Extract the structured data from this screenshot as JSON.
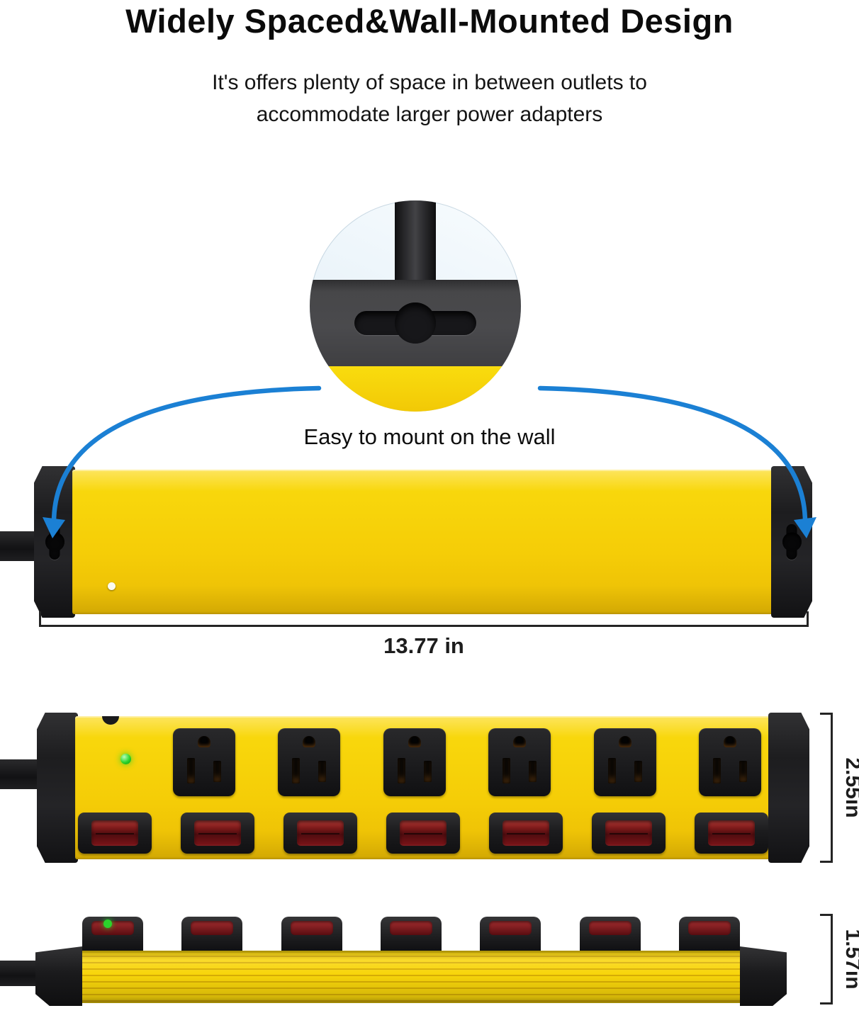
{
  "title": "Widely Spaced&Wall-Mounted Design",
  "subtitle": {
    "line1": "It's offers plenty of space in between outlets to",
    "line2": "accommodate larger power adapters"
  },
  "callout": {
    "caption": "Easy to mount on the wall"
  },
  "dimensions": {
    "length": "13.77 in",
    "height": "2.55in",
    "depth": "1.57in"
  },
  "product": {
    "outlet_count": 6,
    "switch_count": 7,
    "side_switch_count": 7
  },
  "colors": {
    "accent-blue": "#1B80D4",
    "body-yellow": "#F5CD07",
    "cap-dark": "#1C1C1E",
    "led-green": "#2BD42B",
    "switch-red": "#7C1418"
  }
}
